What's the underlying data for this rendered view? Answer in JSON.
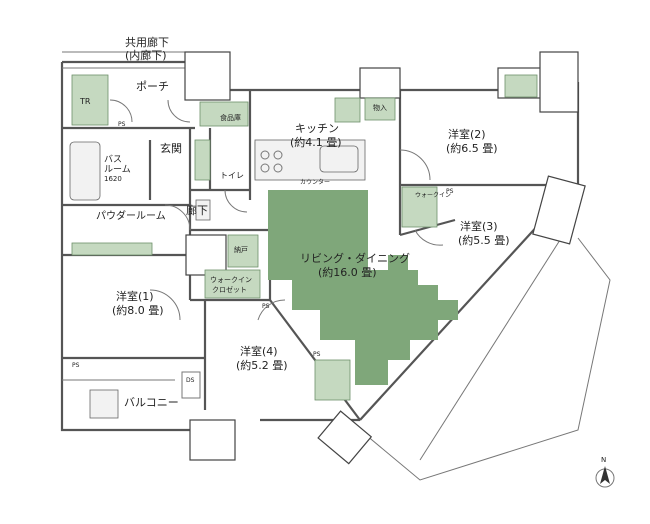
{
  "rooms": {
    "corridor_common": "共用廊下",
    "corridor_inner": "(内廊下)",
    "porch": "ポーチ",
    "tr": "TR",
    "entrance": "玄関",
    "toilet": "トイレ",
    "bath_line1": "バス",
    "bath_line2": "ルーム",
    "bath_size": "1620",
    "powder_room": "パウダールーム",
    "hallway": "廊下",
    "kitchen": "キッチン",
    "kitchen_area": "(約4.1 畳)",
    "pantry": "食品庫",
    "counter": "カウンター",
    "storage": "物入",
    "living_dining": "リビング・ダイニング",
    "living_area": "(約16.0 畳)",
    "room1": "洋室(1)",
    "room1_area": "(約8.0 畳)",
    "room2": "洋室(2)",
    "room2_area": "(約6.5 畳)",
    "room3": "洋室(3)",
    "room3_area": "(約5.5 畳)",
    "room4": "洋室(4)",
    "room4_area": "(約5.2 畳)",
    "walkin": "ウォークイン",
    "closet": "クロゼット",
    "storage_short": "納戸",
    "balcony": "バルコニー",
    "ps": "PS",
    "ds": "DS",
    "north": "N"
  }
}
